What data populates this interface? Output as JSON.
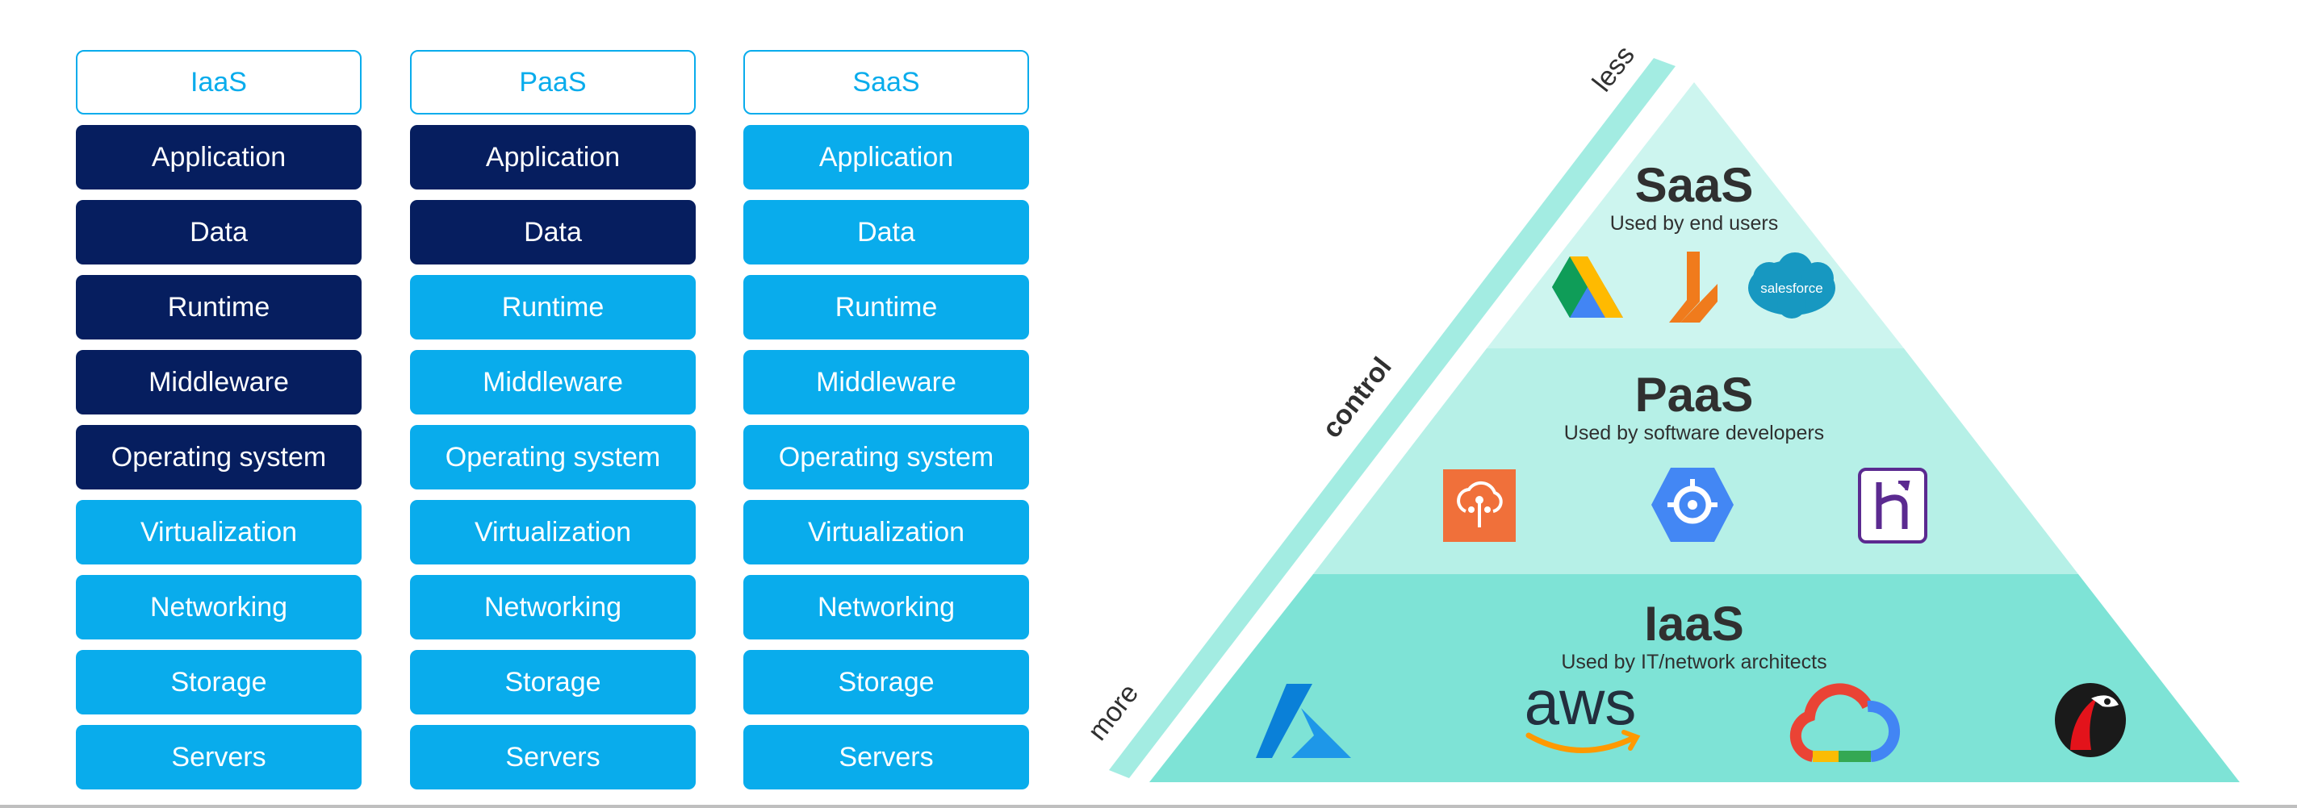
{
  "stack": {
    "columns": [
      {
        "title": "IaaS",
        "rows": [
          {
            "label": "Application",
            "state": "managed"
          },
          {
            "label": "Data",
            "state": "managed"
          },
          {
            "label": "Runtime",
            "state": "managed"
          },
          {
            "label": "Middleware",
            "state": "managed"
          },
          {
            "label": "Operating system",
            "state": "managed"
          },
          {
            "label": "Virtualization",
            "state": "provided"
          },
          {
            "label": "Networking",
            "state": "provided"
          },
          {
            "label": "Storage",
            "state": "provided"
          },
          {
            "label": "Servers",
            "state": "provided"
          }
        ]
      },
      {
        "title": "PaaS",
        "rows": [
          {
            "label": "Application",
            "state": "managed"
          },
          {
            "label": "Data",
            "state": "managed"
          },
          {
            "label": "Runtime",
            "state": "provided"
          },
          {
            "label": "Middleware",
            "state": "provided"
          },
          {
            "label": "Operating system",
            "state": "provided"
          },
          {
            "label": "Virtualization",
            "state": "provided"
          },
          {
            "label": "Networking",
            "state": "provided"
          },
          {
            "label": "Storage",
            "state": "provided"
          },
          {
            "label": "Servers",
            "state": "provided"
          }
        ]
      },
      {
        "title": "SaaS",
        "rows": [
          {
            "label": "Application",
            "state": "provided"
          },
          {
            "label": "Data",
            "state": "provided"
          },
          {
            "label": "Runtime",
            "state": "provided"
          },
          {
            "label": "Middleware",
            "state": "provided"
          },
          {
            "label": "Operating system",
            "state": "provided"
          },
          {
            "label": "Virtualization",
            "state": "provided"
          },
          {
            "label": "Networking",
            "state": "provided"
          },
          {
            "label": "Storage",
            "state": "provided"
          },
          {
            "label": "Servers",
            "state": "provided"
          }
        ]
      }
    ]
  },
  "pyramid": {
    "control_axis": {
      "top": "less",
      "middle": "control",
      "bottom": "more"
    },
    "tiers": {
      "saas": {
        "title": "SaaS",
        "subtitle": "Used by end users",
        "logos": [
          "google-drive-icon",
          "l-brand-icon",
          "salesforce-icon"
        ],
        "salesforce_text": "salesforce"
      },
      "paas": {
        "title": "PaaS",
        "subtitle": "Used by software developers",
        "logos": [
          "cloud-foundry-icon",
          "google-app-engine-icon",
          "heroku-icon"
        ]
      },
      "iaas": {
        "title": "IaaS",
        "subtitle": "Used by IT/network architects",
        "logos": [
          "azure-icon",
          "aws-icon",
          "google-cloud-icon",
          "rackspace-icon"
        ],
        "aws_text": "aws"
      }
    }
  },
  "colors": {
    "managed": "#061e5f",
    "provided": "#09acec",
    "tier_saas": "#cdf5ef",
    "tier_paas": "#b6f0e7",
    "tier_iaas": "#7ee3d6",
    "control_bar": "#a3ece2"
  }
}
